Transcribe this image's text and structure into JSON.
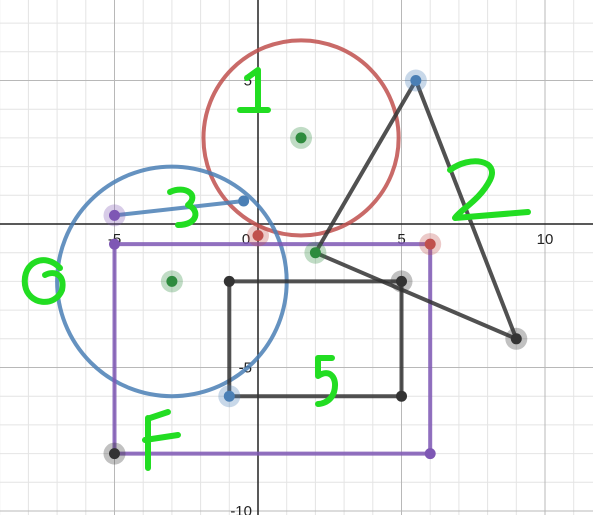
{
  "app": "graphing calculator",
  "graph": {
    "x_ticks": [
      "-5",
      "0",
      "5",
      "10"
    ],
    "y_ticks": [
      "5",
      "-5",
      "-10"
    ],
    "colors": {
      "red": "#c0504d",
      "blue": "#4a7fb5",
      "purple": "#7e57b4",
      "black": "#333333",
      "green": "#2e8b3e",
      "scribble": "#22dd22"
    }
  },
  "shapes": {
    "circle_red": {
      "center": [
        1.5,
        3.0
      ],
      "radius": 3.4
    },
    "circle_blue": {
      "center": [
        -3.0,
        -2.0
      ],
      "radius": 4.0
    },
    "triangle": {
      "points": [
        [
          2.0,
          -1.0
        ],
        [
          5.5,
          5.0
        ],
        [
          9.0,
          -4.0
        ]
      ]
    },
    "segment_blue": {
      "points": [
        [
          -5.0,
          0.3
        ],
        [
          -0.5,
          0.8
        ]
      ]
    },
    "rect_purple": {
      "points": [
        [
          -5.0,
          -0.7
        ],
        [
          6.0,
          -0.7
        ],
        [
          6.0,
          -8.0
        ],
        [
          -5.0,
          -8.0
        ]
      ]
    },
    "rect_black": {
      "points": [
        [
          -1.0,
          -2.0
        ],
        [
          5.0,
          -2.0
        ],
        [
          5.0,
          -6.0
        ],
        [
          -1.0,
          -6.0
        ]
      ]
    }
  },
  "points": {
    "red_center_green": [
      1.5,
      3.0
    ],
    "blue_center_green": [
      -3.0,
      -2.0
    ],
    "triangle_green": [
      2.0,
      -1.0
    ],
    "red_on_axis": [
      0.0,
      -0.4
    ],
    "red_right": [
      6.0,
      -0.7
    ],
    "blue_top": [
      5.5,
      5.0
    ],
    "blue_seg_end": [
      -0.5,
      0.8
    ],
    "purple_seg_start": [
      -5.0,
      0.3
    ],
    "blue_rect_corner": [
      -1.0,
      -6.0
    ],
    "black_tri_right": [
      9.0,
      -4.0
    ],
    "black_rect_tr": [
      5.0,
      -2.0
    ],
    "black_rect_tl": [
      -1.0,
      -2.0
    ],
    "black_rect_br": [
      5.0,
      -6.0
    ],
    "purple_bl": [
      -5.0,
      -8.0
    ],
    "purple_br": [
      6.0,
      -8.0
    ],
    "purple_tl": [
      -5.0,
      -0.7
    ]
  }
}
